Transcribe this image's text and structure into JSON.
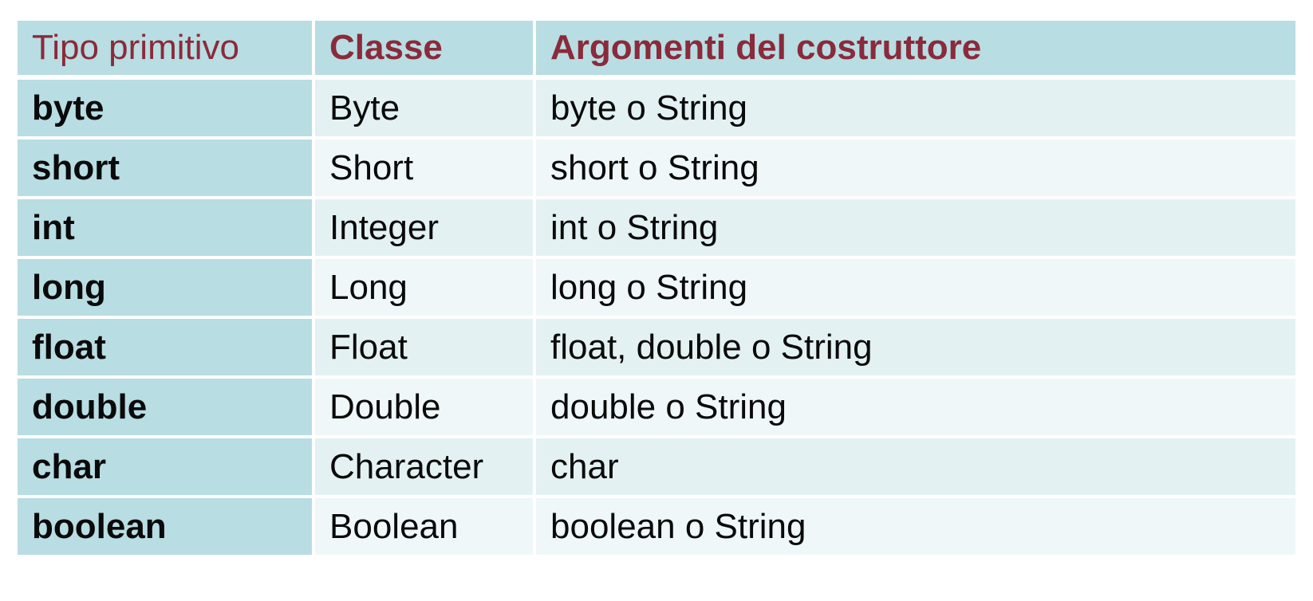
{
  "table": {
    "headers": {
      "primitive": "Tipo primitivo",
      "class": "Classe",
      "args": "Argomenti del costruttore"
    },
    "rows": [
      {
        "primitive": "byte",
        "class": "Byte",
        "args": "byte o String"
      },
      {
        "primitive": "short",
        "class": "Short",
        "args": "short o String"
      },
      {
        "primitive": "int",
        "class": "Integer",
        "args": "int o String"
      },
      {
        "primitive": "long",
        "class": "Long",
        "args": "long o String"
      },
      {
        "primitive": "float",
        "class": "Float",
        "args": "float, double o String"
      },
      {
        "primitive": "double",
        "class": "Double",
        "args": "double o String"
      },
      {
        "primitive": "char",
        "class": "Character",
        "args": "char"
      },
      {
        "primitive": "boolean",
        "class": "Boolean",
        "args": "boolean o String"
      }
    ]
  },
  "colors": {
    "header_bg": "#b8dde2",
    "header_text": "#8a2a3b",
    "first_col_bg": "#b8dde2",
    "row_bg_odd": "#e3f1f3",
    "row_bg_even": "#f0f7f9"
  }
}
